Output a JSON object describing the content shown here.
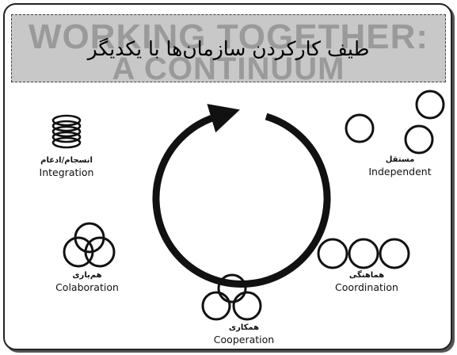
{
  "title": {
    "background_line1": "WORKING TOGETHER:",
    "background_line2": "A CONTINUUM",
    "persian": "طیف کارکردن سازمان‌ها با یکدیگر"
  },
  "stages": [
    {
      "key": "independent",
      "fa": "مستقل",
      "en": "Independent"
    },
    {
      "key": "coordination",
      "fa": "هماهنگی",
      "en": "Coordination"
    },
    {
      "key": "cooperation",
      "fa": "همکاری",
      "en": "Cooperation"
    },
    {
      "key": "collaboration",
      "fa": "هم‌یاری",
      "en": "Colaboration"
    },
    {
      "key": "integration",
      "fa": "انسجام/ادغام",
      "en": "Integration"
    }
  ],
  "colors": {
    "ink": "#111111",
    "header_bg": "#c8c8c8",
    "header_ghost_text": "#9a9a9a"
  }
}
